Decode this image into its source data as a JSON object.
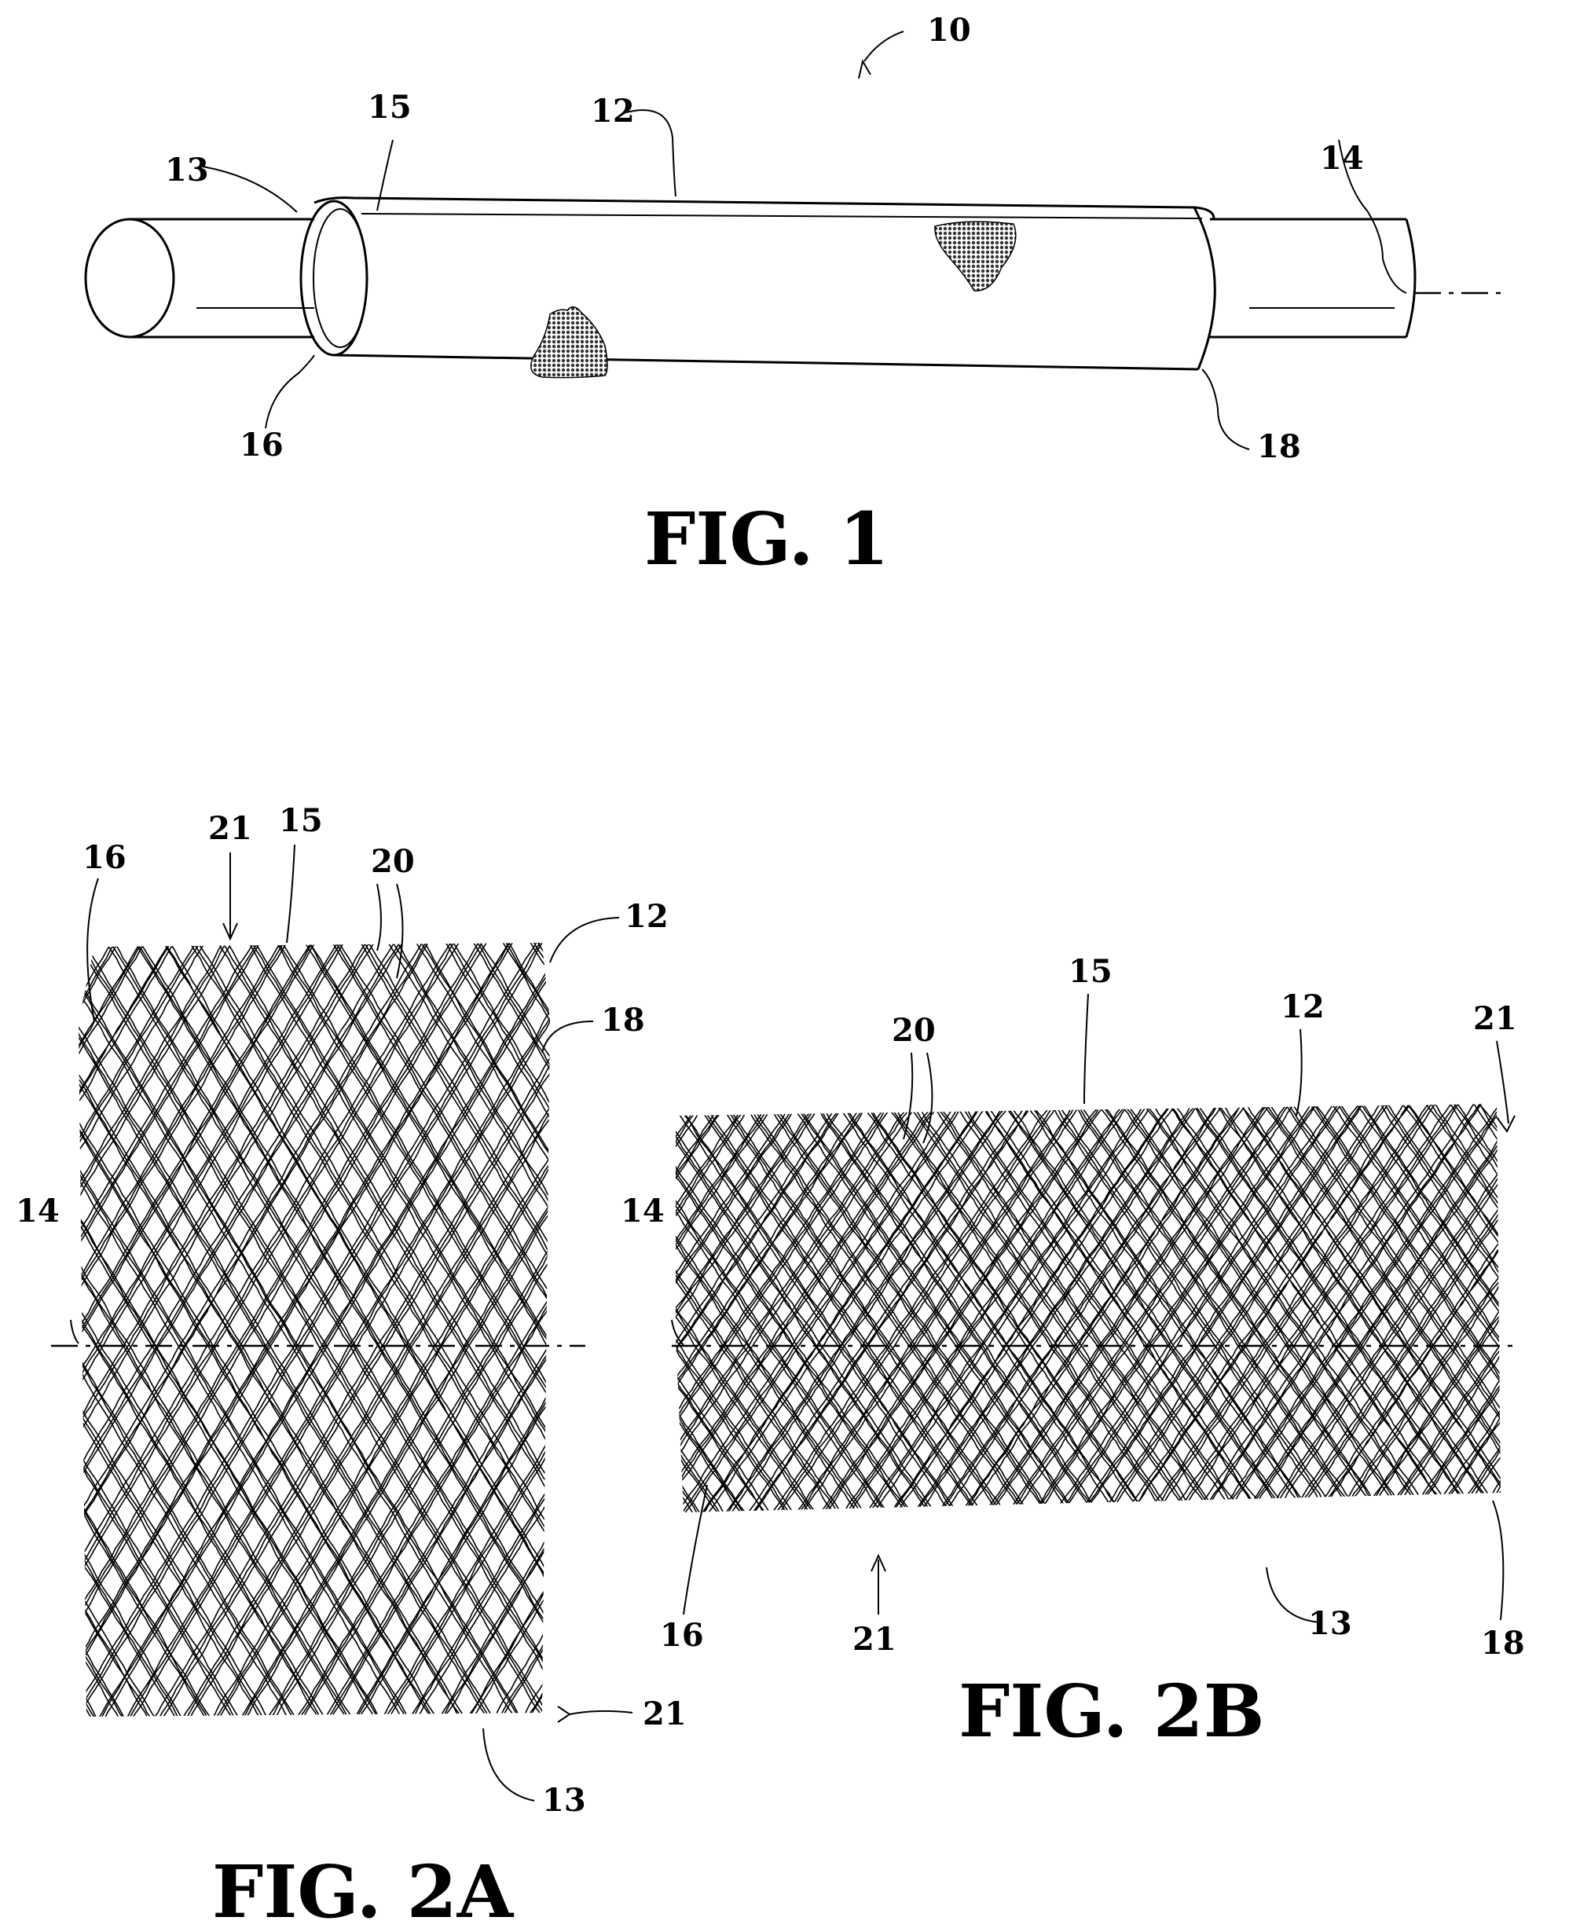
{
  "figures": [
    {
      "id": "fig1",
      "caption": "FIG. 1",
      "refs": [
        "10",
        "12",
        "13",
        "14",
        "15",
        "16",
        "18"
      ]
    },
    {
      "id": "fig2a",
      "caption": "FIG. 2A",
      "refs": [
        "12",
        "13",
        "14",
        "15",
        "16",
        "18",
        "20",
        "21",
        "21"
      ]
    },
    {
      "id": "fig2b",
      "caption": "FIG. 2B",
      "refs": [
        "12",
        "13",
        "14",
        "15",
        "16",
        "18",
        "20",
        "21",
        "21"
      ]
    }
  ],
  "colors": {
    "ink": "#000000",
    "paper": "#ffffff",
    "patch": "#555555"
  }
}
